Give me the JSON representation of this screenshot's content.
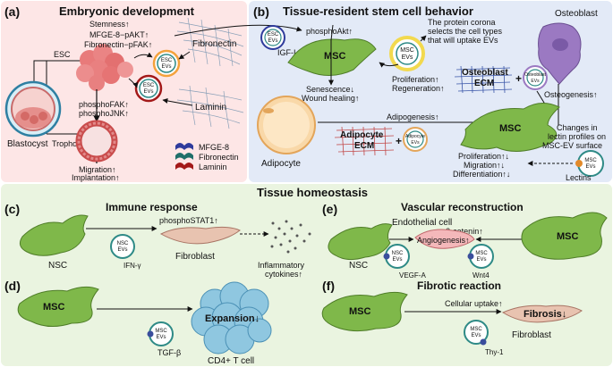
{
  "panels": {
    "a": {
      "label": "(a)",
      "title": "Embryonic development",
      "stemness": "Stemness↑",
      "mfge_pakt": "MFGE-8−pAKT↑",
      "fibronectin_pfak": "Fibronectin−pFAK↑",
      "fibronectin": "Fibronectin",
      "esc": "ESC",
      "blastocyst": "Blastocyst",
      "trophoblast": "Trophoblast",
      "phosphofak": "phosphoFAK↑",
      "phosphojnk": "phosphoJNK↑",
      "laminin": "Laminin",
      "migration": "Migration↑",
      "implantation": "Implantation↑",
      "legend": [
        "MFGE-8",
        "Fibronectin",
        "Laminin"
      ],
      "legend_colors": [
        "#2f3b9c",
        "#1f6f6a",
        "#a31919"
      ]
    },
    "b": {
      "label": "(b)",
      "title": "Tissue-resident stem cell behavior",
      "phosphoakt": "phosphoAkt↑",
      "igf": "IGF-I",
      "protein_corona_1": "The protein corona",
      "protein_corona_2": "selects the cell types",
      "protein_corona_3": "that will uptake EVs",
      "osteoblast": "Osteoblast",
      "senescence": "Senescence↓",
      "wound_healing": "Wound healing↑",
      "proliferation": "Proliferation↑",
      "regeneration": "Regeneration↑",
      "osteoblast_ecm_1": "Osteoblast",
      "osteoblast_ecm_2": "ECM",
      "osteogenesis": "Osteogenesis↑",
      "adipogenesis": "Adipogenesis↑",
      "adipocyte": "Adipocyte",
      "adipocyte_ecm_1": "Adipocyte",
      "adipocyte_ecm_2": "ECM",
      "lectin_1": "Changes in",
      "lectin_2": "lectin profiles on",
      "lectin_3": "MSC-EV surface",
      "prolif2": "Proliferation↑↓",
      "migration2": "Migration↑↓",
      "differentiation2": "Differentiation↑↓",
      "lectins": "Lectins"
    },
    "homeostasis_title": "Tissue homeostasis",
    "c": {
      "label": "(c)",
      "title": "Immune response",
      "phosphostat": "phosphoSTAT1↑",
      "nsc": "NSC",
      "ifn": "IFN-γ",
      "fibroblast": "Fibroblast",
      "cytokines_1": "Inflammatory",
      "cytokines_2": "cytokines↑"
    },
    "d": {
      "label": "(d)",
      "expansion": "Expansion↓",
      "tgf": "TGF-β",
      "tcell": "CD4+ T cell"
    },
    "e": {
      "label": "(e)",
      "title": "Vascular reconstruction",
      "endothelial": "Endothelial cell",
      "catenin": "β-catenin↑",
      "angiogenesis": "Angiogenesis↑",
      "nsc": "NSC",
      "vegf": "VEGF-A",
      "wnt": "Wnt4"
    },
    "f": {
      "label": "(f)",
      "title": "Fibrotic reaction",
      "uptake": "Cellular uptake↑",
      "fibrosis": "Fibrosis↓",
      "fibroblast": "Fibroblast",
      "thy": "Thy-1"
    }
  },
  "ev": {
    "esc_1": "ESC",
    "msc_1": "MSC",
    "nsc_1": "NSC",
    "evs": "EVs",
    "osteoblast_small": "Osteoblast",
    "adipocyte_small": "Adipocyte"
  },
  "cell_msc": "MSC",
  "colors": {
    "panel_a_bg": "#fde6e6",
    "panel_b_bg": "#e3eaf7",
    "bottom_bg": "#eaf4e0",
    "msc_green": "#7fb84a",
    "ev_ring": "#2e8a86",
    "ev_fill": "#f7f7f7",
    "corona": "#f2d94e"
  }
}
